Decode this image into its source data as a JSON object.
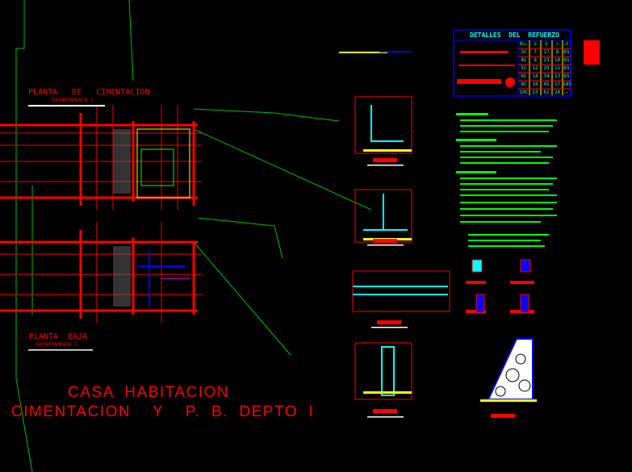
{
  "colors": {
    "background": "#000000",
    "red": "#ff0000",
    "green": "#00ff00",
    "cyan": "#00ffff",
    "blue": "#0000ff",
    "yellow": "#ffff00",
    "white": "#ffffff"
  },
  "plans": {
    "foundation_title": "PLANTA   DE   CIMENTACION",
    "foundation_subtitle": "DEPARTAMENTO 1",
    "ground_title": "PLANTA  BAJA",
    "ground_subtitle": "DEPARTAMENTO 1"
  },
  "title_block": {
    "line1": "CASA  HABITACION",
    "line2": "CIMENTACION    Y    P.  B.  DEPTO  I"
  },
  "rebar_table": {
    "title": "DETALLES  DEL  REFUERZO",
    "headers": [
      "No.",
      "a",
      "b",
      "c",
      "d"
    ],
    "rows": [
      [
        "3C",
        "7",
        "17",
        "8",
        "65"
      ],
      [
        "4C",
        "9",
        "23",
        "10",
        "65"
      ],
      [
        "5C",
        "12",
        "29",
        "11",
        "65"
      ],
      [
        "6C",
        "14",
        "34",
        "13",
        "65"
      ],
      [
        "8C",
        "18",
        "45",
        "17",
        "145"
      ],
      [
        "10C",
        "23",
        "61",
        "24",
        "—"
      ]
    ]
  }
}
